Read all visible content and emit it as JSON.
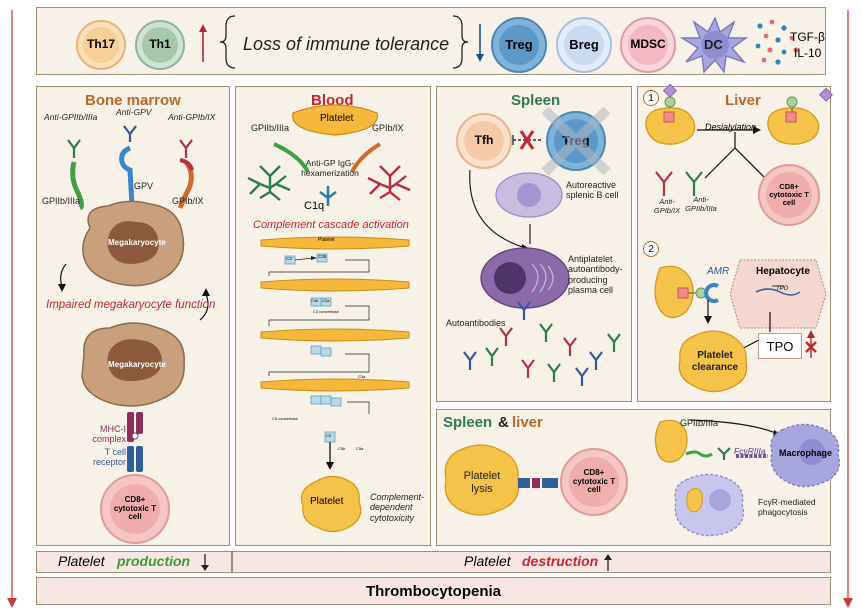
{
  "top": {
    "cells_left": [
      "Th17",
      "Th1"
    ],
    "loss_text": "Loss of immune tolerance",
    "cells_right": [
      "Treg",
      "Breg",
      "MDSC",
      "DC"
    ],
    "cytokines": [
      "TGF-β",
      "IL-10"
    ]
  },
  "bone_marrow": {
    "title": "Bone marrow",
    "anti_gpiib": "Anti-GPIIb/IIIa",
    "anti_gpv": "Anti-GPV",
    "anti_gpib": "Anti-GPIb/IX",
    "gpv": "GPV",
    "gpiib": "GPIIb/IIIa",
    "gpib": "GPIb/IX",
    "megakaryocyte": "Megakaryocyte",
    "impaired": "Impaired megakaryocyte function",
    "megakaryocyte2": "Megakaryocyte",
    "mhc": "MHC-I complex",
    "tcr": "T cell receptor",
    "cd8": "CD8+ cytotoxic T cell"
  },
  "blood": {
    "title": "Blood",
    "platelet": "Platelet",
    "gpiib": "GPIIb/IIIa",
    "gpib": "GPIb/IX",
    "hexamer": "Anti-GP IgG-hexamerization",
    "c1q": "C1q",
    "cascade": "Complement cascade activation",
    "platelet_small": "Platelet",
    "c3": "C3",
    "c3b": "C3b",
    "c3_convertase": "C3 convertase",
    "c5_convertase": "C5 convertase",
    "c3a": "C3a",
    "c5a": "C5a",
    "c4b": "C4b",
    "c2a": "C2a",
    "c5": "C5",
    "c5b": "C5b",
    "platelet_final": "Platelet",
    "cdc": "Complement-dependent cytotoxicity"
  },
  "spleen": {
    "title": "Spleen",
    "tfh": "Tfh",
    "treg": "Treg",
    "autoreactive": "Autoreactive splenic B cell",
    "plasma": "Antiplatelet autoantibody-producing plasma cell",
    "autoantibodies": "Autoantibodies"
  },
  "liver": {
    "title": "Liver",
    "step1": "1",
    "step2": "2",
    "desialylation": "Desialylation",
    "anti_gpib": "Anti-GPIb/IX",
    "anti_gpiib": "Anti-GPIIb/IIIa",
    "cd8": "CD8+ cytotoxic T cell",
    "amr": "AMR",
    "hepatocyte": "Hepatocyte",
    "tpo_gene": "TPO",
    "tpo": "TPO",
    "clearance": "Platelet clearance"
  },
  "spleen_liver": {
    "title_a": "Spleen",
    "amp": "&",
    "title_b": "liver",
    "lysis": "Platelet lysis",
    "cd8": "CD8+ cytotoxic T cell",
    "gpiib": "GPIIb/IIIa",
    "fcgr": "FcγRIIIa",
    "macrophage": "Macrophage",
    "phago": "FcγR-mediated phagocytosis"
  },
  "bottom": {
    "prod_a": "Platelet",
    "prod_b": "production",
    "dest_a": "Platelet",
    "dest_b": "destruction",
    "result": "Thrombocytopenia"
  },
  "colors": {
    "accent_red": "#c4282f",
    "green": "#3d9a3a",
    "panel_bg": "#f8f1e7",
    "border": "#a08f72"
  }
}
